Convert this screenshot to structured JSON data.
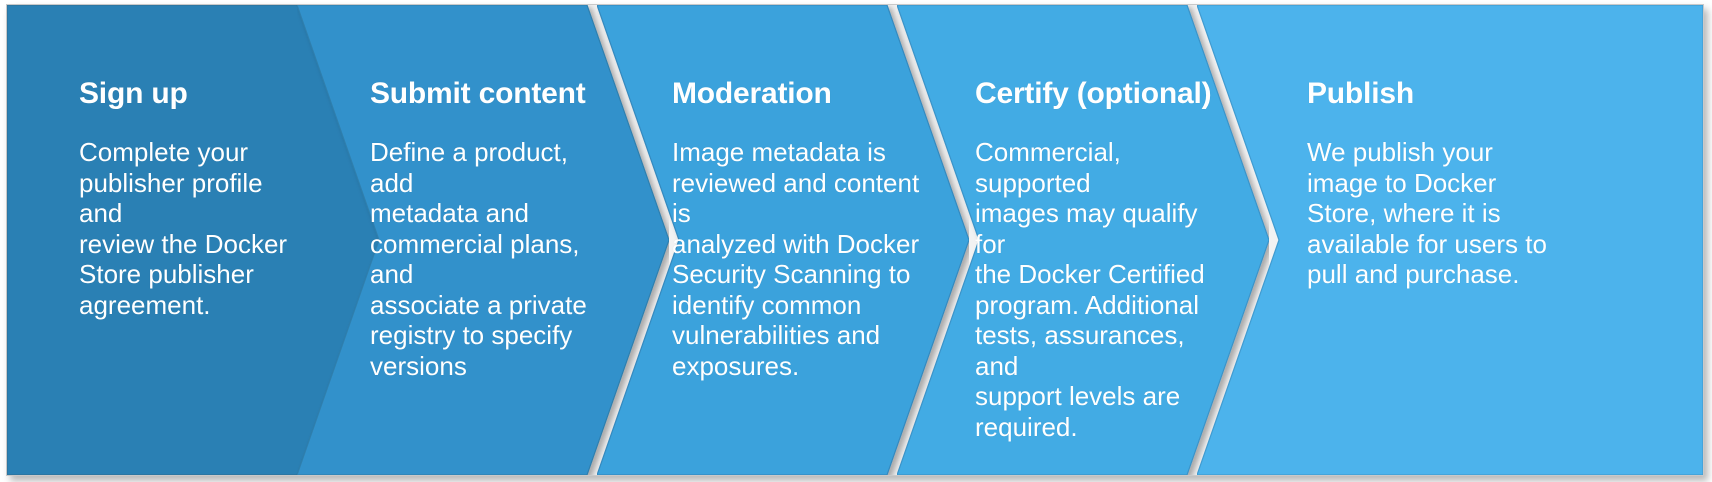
{
  "diagram": {
    "type": "chevron-process-flow",
    "orientation": "left-to-right",
    "step_count": 5,
    "frame_border_color": "#c9c9c9",
    "text_color": "#ffffff",
    "edge_line_color": "#2f6f96"
  },
  "steps": [
    {
      "index": 1,
      "title": "Sign up",
      "description": "Complete your\npublisher profile and\nreview the Docker\nStore publisher\nagreement.",
      "color": "#2980B4"
    },
    {
      "index": 2,
      "title": "Submit content",
      "description": "Define a product, add\nmetadata and\ncommercial plans, and\nassociate a private\nregistry to specify\nversions",
      "color": "#3291CB"
    },
    {
      "index": 3,
      "title": "Moderation",
      "description": "Image metadata is\nreviewed and content is\nanalyzed with Docker\nSecurity Scanning to\nidentify common\nvulnerabilities and\nexposures.",
      "color": "#3BA2DC"
    },
    {
      "index": 4,
      "title": "Certify (optional)",
      "description": "Commercial, supported\nimages may qualify for\nthe Docker Certified\nprogram.  Additional\ntests, assurances, and\nsupport levels are\nrequired.",
      "color": "#43ABE4"
    },
    {
      "index": 5,
      "title": "Publish",
      "description": "We publish your\nimage to Docker\nStore, where it is\navailable for users to\npull and purchase.",
      "color": "#4CB3EC"
    }
  ]
}
